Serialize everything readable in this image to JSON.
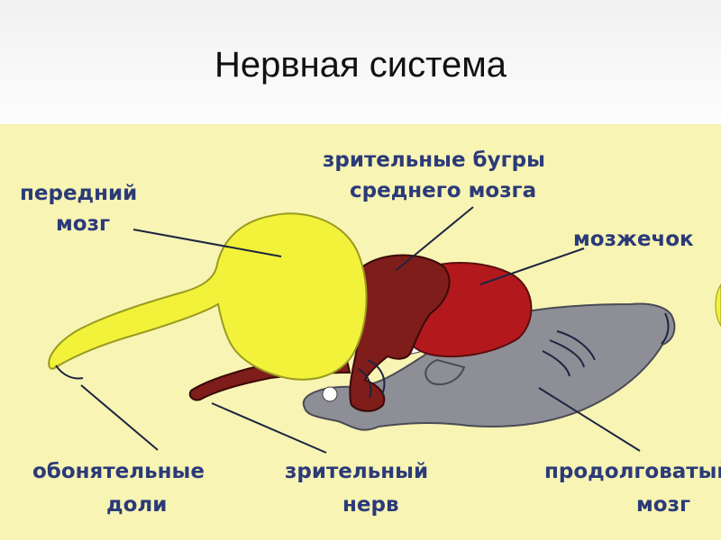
{
  "slide": {
    "title": "Нервная система"
  },
  "diagram": {
    "background_color": "#f7f4b4",
    "label_color": "#2b3a78",
    "parts": {
      "forebrain": {
        "label_lines": [
          "передний",
          "мозг"
        ],
        "color": "#f2f23a"
      },
      "midbrain": {
        "label_lines": [
          "зрительные бугры",
          "среднего мозга"
        ],
        "color": "#7e1d1a"
      },
      "cerebellum": {
        "label_lines": [
          "мозжечок"
        ],
        "color": "#b3181d"
      },
      "olfactory": {
        "label_lines": [
          "обонятельные",
          "доли"
        ],
        "color": "#f2f23a"
      },
      "optic_nerve": {
        "label_lines": [
          "зрительный",
          "нерв"
        ],
        "color": "#7e1d1a"
      },
      "medulla": {
        "label_lines": [
          "продолговатый",
          "мозг"
        ],
        "color": "#8e8e96"
      }
    }
  }
}
